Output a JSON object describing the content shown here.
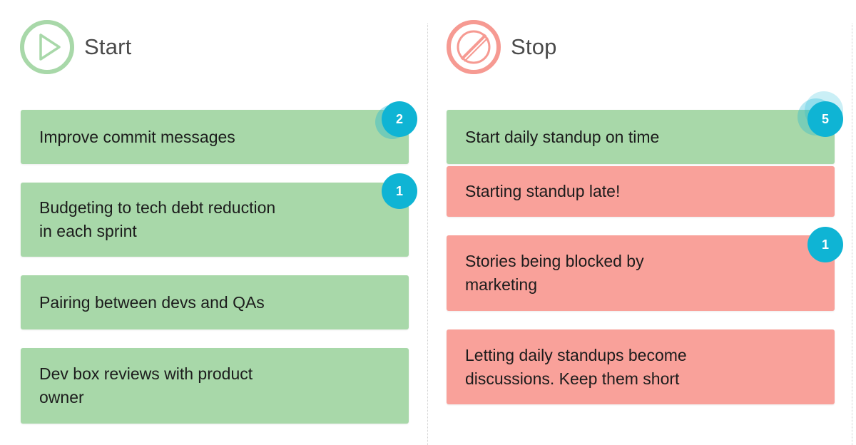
{
  "colors": {
    "start_accent": "#a8d8a9",
    "stop_accent": "#f69a92",
    "card_green": "#a8d8a9",
    "card_red": "#f9a19a",
    "badge": "#0fb4d4",
    "title_text": "#4a4a4a"
  },
  "columns": [
    {
      "title": "Start",
      "icon": "play-circle-icon",
      "cards": [
        {
          "text": "Improve commit messages",
          "color": "green",
          "votes": "2"
        },
        {
          "text": "Budgeting to tech debt reduction\nin each sprint",
          "color": "green",
          "votes": "1"
        },
        {
          "text": "Pairing between devs and QAs",
          "color": "green",
          "votes": null
        },
        {
          "text": "Dev box reviews with product\nowner",
          "color": "green",
          "votes": null
        }
      ]
    },
    {
      "title": "Stop",
      "icon": "prohibited-circle-icon",
      "cards": [
        {
          "text": "Start daily standup on time",
          "color": "green",
          "votes": "5"
        },
        {
          "text": "Starting standup late!",
          "color": "red",
          "votes": null
        },
        {
          "text": "Stories being blocked by\nmarketing",
          "color": "red",
          "votes": "1"
        },
        {
          "text": "Letting daily standups become\ndiscussions. Keep them short",
          "color": "red",
          "votes": null
        }
      ]
    }
  ]
}
